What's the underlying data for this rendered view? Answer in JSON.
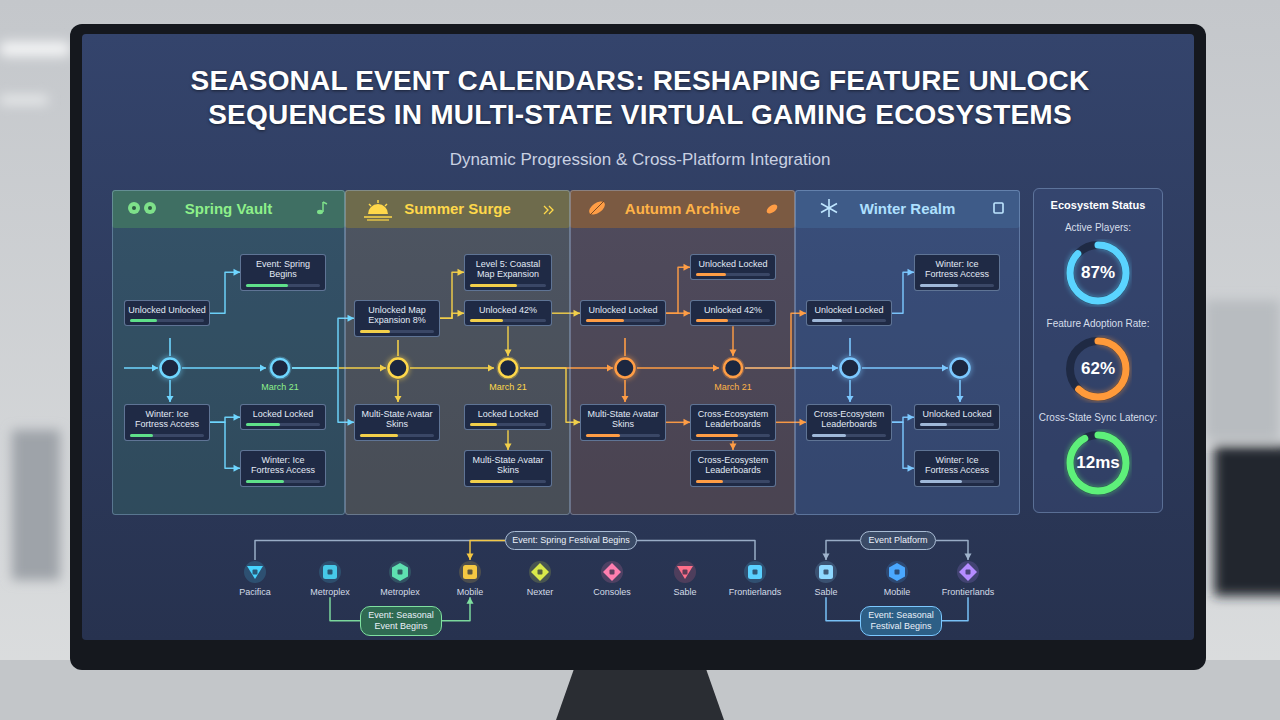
{
  "diagram": {
    "title": "SEASONAL EVENT CALENDARS: RESHAPING FEATURE UNLOCK SEQUENCES IN MULTI-STATE VIRTUAL GAMING ECOSYSTEMS",
    "nodes": [
      {
        "text": [
          "Spring Vault"
        ]
      },
      {
        "text": [
          "Event: Spring Begins"
        ],
        "in": 0
      },
      {
        "text": [
          "Unlocked Unlocked"
        ],
        "in": 0
      },
      {
        "text": [
          "March 21"
        ],
        "in": 0
      },
      {
        "text": [
          "Winter: Ice Fortress Access"
        ],
        "in": 0
      },
      {
        "text": [
          "Locked Locked"
        ],
        "in": 0
      },
      {
        "text": [
          "Winter: Ice Fortress Access"
        ],
        "in": 0
      },
      {
        "text": [
          "Summer Surge"
        ]
      },
      {
        "text": [
          "Level 5: Coastal Map Expansion"
        ],
        "in": 7
      },
      {
        "text": [
          "Unlocked Map Expansion 8%"
        ],
        "in": 7
      },
      {
        "text": [
          "Unlocked 42%"
        ],
        "in": 7
      },
      {
        "text": [
          "March 21"
        ],
        "in": 7
      },
      {
        "text": [
          "Multi-State Avatar Skins"
        ],
        "in": 7
      },
      {
        "text": [
          "Locked Locked"
        ],
        "in": 7
      },
      {
        "text": [
          "Multi-State Avatar Skins"
        ],
        "in": 7
      },
      {
        "text": [
          "Autumn Archive"
        ]
      },
      {
        "text": [
          "Unlocked Locked"
        ],
        "in": 15
      },
      {
        "text": [
          "Unlocked Locked"
        ],
        "in": 15
      },
      {
        "text": [
          "Unlocked 42%"
        ],
        "in": 15
      },
      {
        "text": [
          "March 21"
        ],
        "in": 15
      },
      {
        "text": [
          "Multi-State Avatar Skins"
        ],
        "in": 15
      },
      {
        "text": [
          "Cross-Ecosystem Leaderboards"
        ],
        "in": 15
      },
      {
        "text": [
          "Cross-Ecosystem Leaderboards"
        ],
        "in": 15
      },
      {
        "text": [
          "Winter Realm"
        ]
      },
      {
        "text": [
          "Winter: Ice Fortress Access"
        ],
        "in": 23
      },
      {
        "text": [
          "Unlocked Locked"
        ],
        "in": 23
      },
      {
        "text": [
          "Cross-Ecosystem Leaderboards"
        ],
        "in": 23
      },
      {
        "text": [
          "Unlocked Locked"
        ],
        "in": 23
      },
      {
        "text": [
          "Winter: Ice Fortress Access"
        ],
        "in": 23
      },
      {
        "text": [
          "Ecosystem Status"
        ]
      },
      {
        "text": [
          "Active Players:",
          "87%"
        ],
        "in": 29
      },
      {
        "text": [
          "Feature Adoption Rate:",
          "62%"
        ],
        "in": 29
      },
      {
        "text": [
          "Cross-State Sync Latency:",
          "12ms"
        ],
        "in": 29
      },
      {
        "text": [
          "Event: Spring Festival Begins"
        ]
      },
      {
        "text": [
          "Pacifica"
        ]
      },
      {
        "text": [
          "Metroplex"
        ]
      },
      {
        "text": [
          "Metroplex"
        ]
      },
      {
        "text": [
          "Mobile"
        ]
      },
      {
        "text": [
          "Nexter"
        ]
      },
      {
        "text": [
          "Consoles"
        ]
      },
      {
        "text": [
          "Sable"
        ]
      },
      {
        "text": [
          "Frontierlands"
        ]
      },
      {
        "text": [
          "Event: Seasonal Event Begins"
        ]
      },
      {
        "text": [
          "Event Platform"
        ]
      },
      {
        "text": [
          "Sable"
        ]
      },
      {
        "text": [
          "Mobile"
        ]
      },
      {
        "text": [
          "Frontierlands"
        ]
      },
      {
        "text": [
          "Event: Seasonal Festival Begins"
        ]
      }
    ],
    "edges": [
      {
        "from": 2,
        "to": 1,
        "arrow": "to"
      },
      {
        "from": 4,
        "to": 5,
        "arrow": "to"
      },
      {
        "from": 4,
        "to": 6,
        "arrow": "to"
      },
      {
        "from": 3,
        "to": 9,
        "arrow": "to"
      },
      {
        "from": 3,
        "to": 12,
        "arrow": "to"
      },
      {
        "from": 9,
        "to": 8,
        "arrow": "to"
      },
      {
        "from": 9,
        "to": 10,
        "arrow": "to"
      },
      {
        "from": 10,
        "to": 11,
        "arrow": "to"
      },
      {
        "from": 13,
        "to": 14,
        "arrow": "to"
      },
      {
        "from": 10,
        "to": 17,
        "arrow": "to"
      },
      {
        "from": 11,
        "to": 20,
        "arrow": "to"
      },
      {
        "from": 17,
        "to": 16,
        "arrow": "to"
      },
      {
        "from": 17,
        "to": 18,
        "arrow": "to"
      },
      {
        "from": 18,
        "to": 19,
        "arrow": "to"
      },
      {
        "from": 20,
        "to": 21,
        "arrow": "to"
      },
      {
        "from": 21,
        "to": 22,
        "arrow": "to"
      },
      {
        "from": 19,
        "to": 25,
        "arrow": "to"
      },
      {
        "from": 21,
        "to": 26,
        "arrow": "to"
      },
      {
        "from": 25,
        "to": 24,
        "arrow": "to"
      },
      {
        "from": 26,
        "to": 27,
        "arrow": "to"
      },
      {
        "from": 26,
        "to": 28,
        "arrow": "to"
      },
      {
        "from": 33,
        "to": 34,
        "arrow": "none"
      },
      {
        "from": 33,
        "to": 41,
        "arrow": "none"
      },
      {
        "from": 33,
        "to": 37,
        "arrow": "to"
      },
      {
        "from": 42,
        "to": 35,
        "arrow": "none"
      },
      {
        "from": 42,
        "to": 37,
        "arrow": "to"
      },
      {
        "from": 43,
        "to": 44,
        "arrow": "to"
      },
      {
        "from": 43,
        "to": 46,
        "arrow": "to"
      },
      {
        "from": 47,
        "to": 44,
        "arrow": "none"
      },
      {
        "from": 47,
        "to": 46,
        "arrow": "none"
      }
    ],
    "labels": [
      "Dynamic Progression & Cross-Platform Integration"
    ]
  }
}
